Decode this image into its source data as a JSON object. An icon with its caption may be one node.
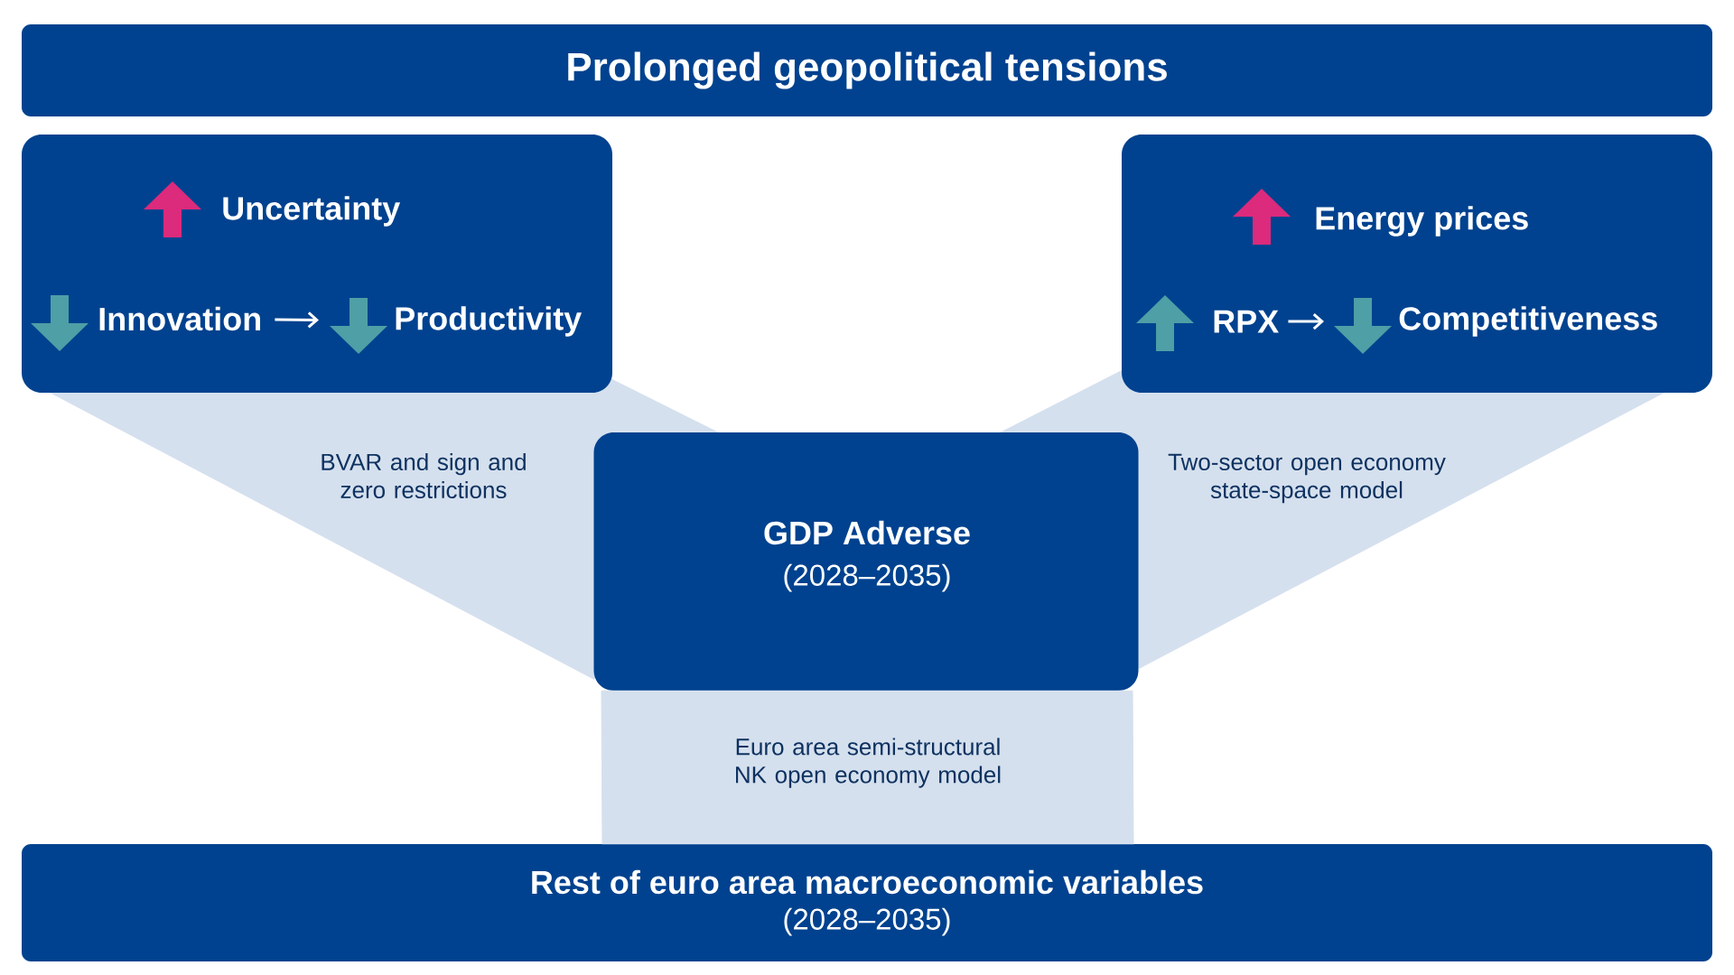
{
  "diagram": {
    "nodes": [
      {
        "text": [
          "Prolonged geopolitical tensions"
        ]
      },
      {
        "text": [
          "Uncertainty"
        ]
      },
      {
        "text": [
          "Innovation"
        ],
        "in": 1
      },
      {
        "text": [
          "Productivity"
        ],
        "in": 1
      },
      {
        "text": [
          "Energy prices"
        ]
      },
      {
        "text": [
          "RPX"
        ],
        "in": 4
      },
      {
        "text": [
          "Competitiveness"
        ],
        "in": 4
      },
      {
        "text": [
          "GDP Adverse",
          "(2028–2035)"
        ]
      },
      {
        "text": [
          "Rest of euro area macroeconomic variables",
          "(2028–2035)"
        ]
      }
    ],
    "edges": [
      {
        "from": 2,
        "to": 3,
        "arrow": "to"
      },
      {
        "from": 5,
        "to": 6,
        "arrow": "to"
      },
      {
        "from": 7,
        "to": 8,
        "arrow": "none",
        "label": "Euro area semi-structural NK open economy model",
        "style": "thick",
        "color": "#d5e0ee"
      }
    ],
    "labels": [
      "BVAR and sign and zero restrictions",
      "Two-sector open economy state-space model"
    ]
  }
}
